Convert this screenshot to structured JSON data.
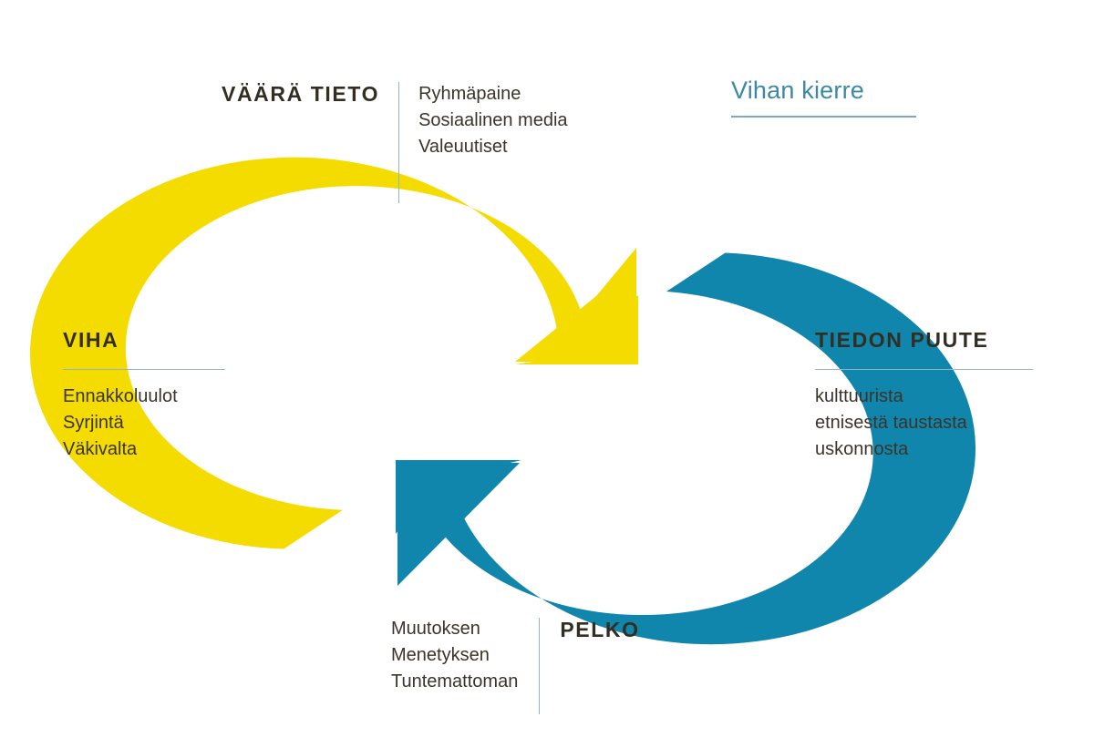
{
  "title": {
    "text": "Vihan kierre",
    "color": "#3d88a4"
  },
  "colors": {
    "yellow_arrow": "#F5DC00",
    "blue_arrow": "#1186AC",
    "heading_text": "#332d22",
    "body_text": "#3b342a",
    "rule": "#8fb6c4",
    "background": "#ffffff"
  },
  "nodes": {
    "top": {
      "heading": "VÄÄRÄ TIETO",
      "items": [
        "Ryhmäpaine",
        "Sosiaalinen media",
        "Valeuutiset"
      ]
    },
    "left": {
      "heading": "VIHA",
      "items": [
        "Ennakkoluulot",
        "Syrjintä",
        "Väkivalta"
      ]
    },
    "right": {
      "heading": "TIEDON PUUTE",
      "items": [
        "kulttuurista",
        "etnisestä taustasta",
        "uskonnosta"
      ]
    },
    "bottom": {
      "heading": "PELKO",
      "items": [
        "Muutoksen",
        "Menetyksen",
        "Tuntemattoman"
      ]
    }
  },
  "diagram": {
    "type": "cycle",
    "arrows": [
      {
        "name": "yellow-arrow",
        "color": "#F5DC00",
        "from": "VIHA",
        "to": "VÄÄRÄ TIETO / TIEDON PUUTE",
        "direction": "clockwise",
        "span_degrees": "from lower-left, up and over the top, ending pointing down-right"
      },
      {
        "name": "blue-arrow",
        "color": "#1186AC",
        "from": "TIEDON PUUTE",
        "to": "PELKO / VIHA",
        "direction": "clockwise",
        "span_degrees": "from upper-right, down around the bottom, ending pointing up-left"
      }
    ]
  }
}
